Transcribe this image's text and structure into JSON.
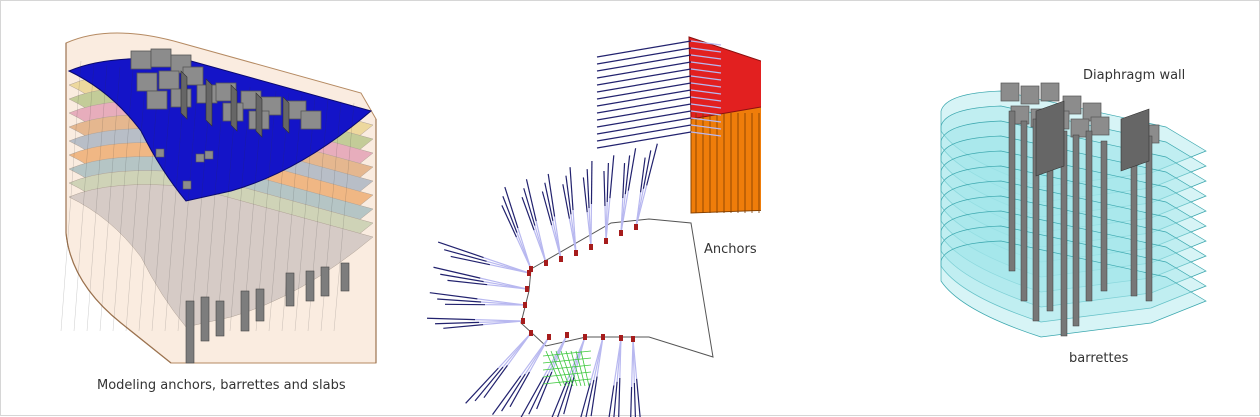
{
  "captions": {
    "left": "Modeling anchors, barrettes and slabs",
    "anchors": "Anchors",
    "diaphragm": "Diaphragm wall",
    "barrettes": "barrettes"
  },
  "colors": {
    "wall_fill": "#f6ddc6",
    "wall_stroke": "#b58a62",
    "top_slab": "#1414c8",
    "barrette": "#8c8c8c",
    "barrette_dark": "#555555",
    "anchor_line": "#22226e",
    "anchor_light": "#b8b8f0",
    "anchor_head": "#a61c1c",
    "red_block": "#e22020",
    "orange_block": "#ef7d0a",
    "cyan_slab": "#9fe5ea",
    "green_mesh": "#3cc83c"
  },
  "slab_colors": [
    "#e3d26e",
    "#86b85f",
    "#d673b0",
    "#d08a4d",
    "#6e99c8",
    "#e88a34",
    "#67a8c4",
    "#9fc8a5",
    "#b0b7c6"
  ]
}
